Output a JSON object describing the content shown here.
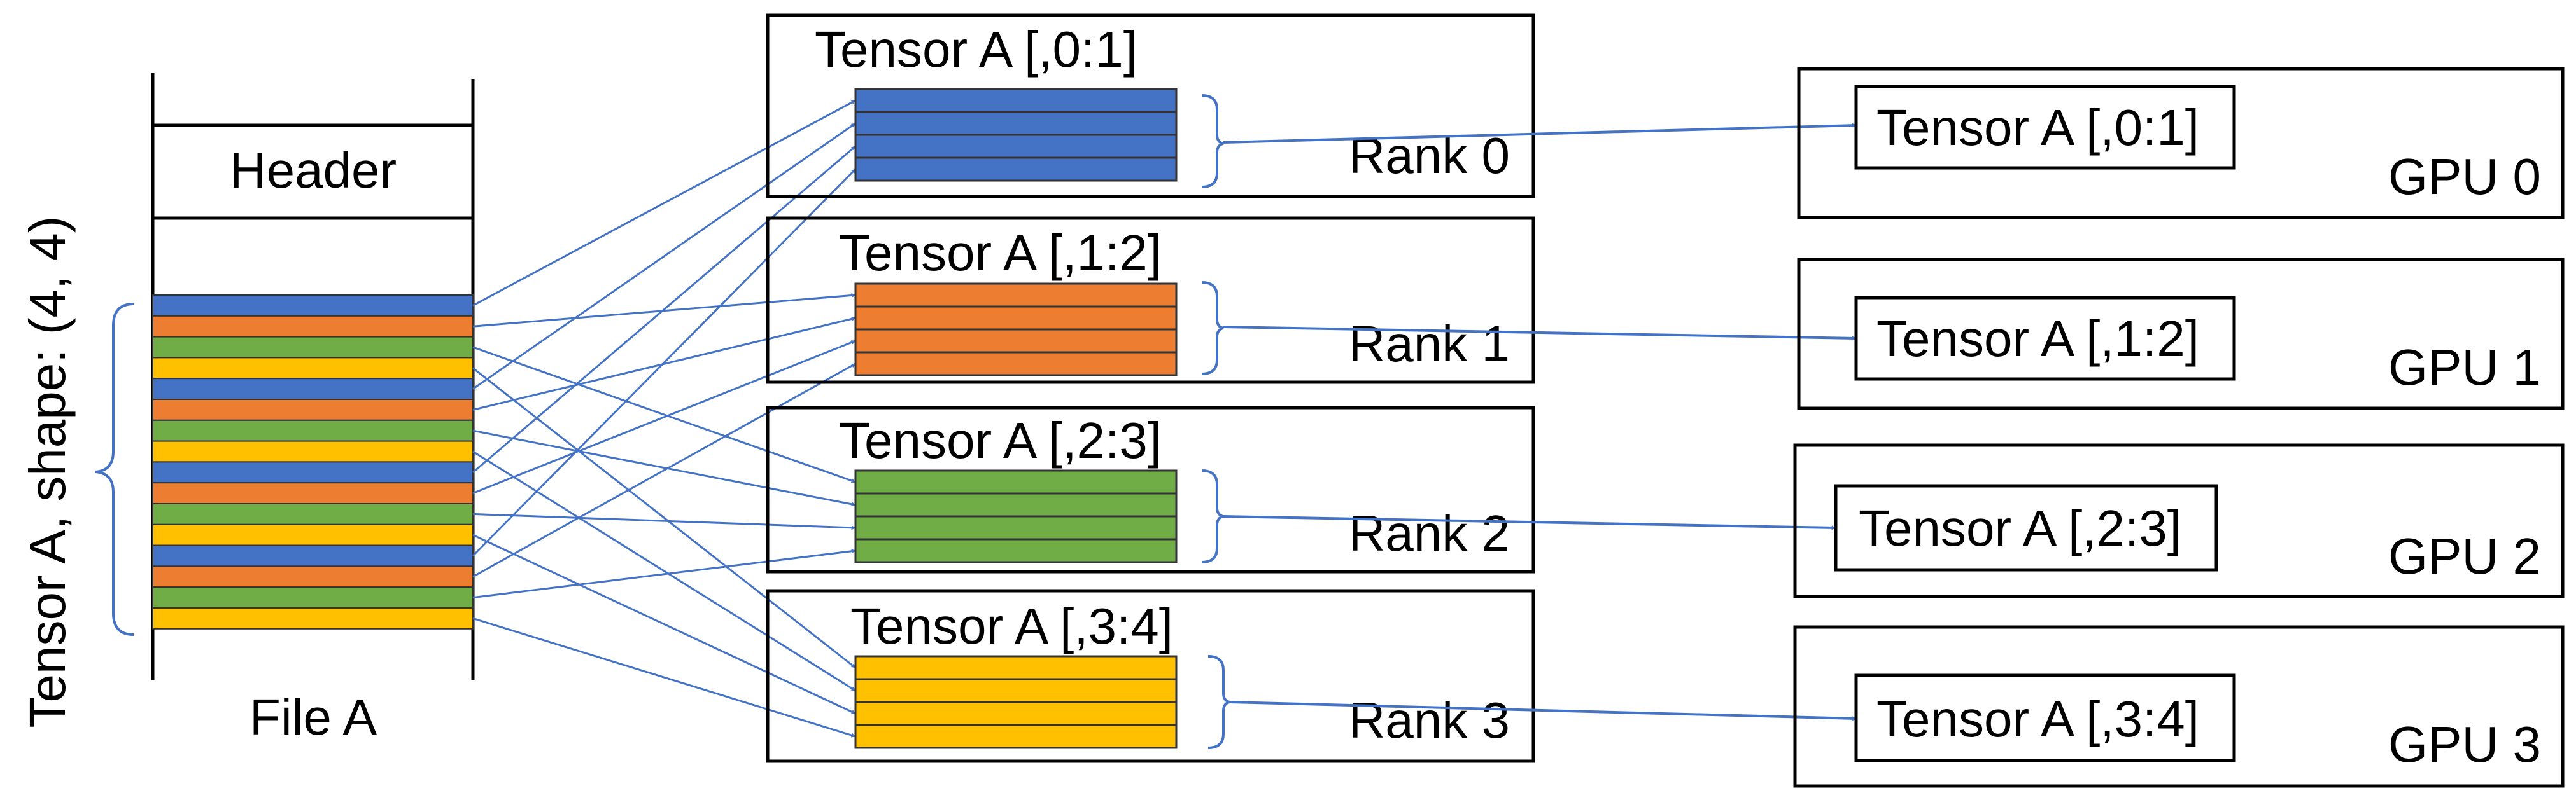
{
  "file": {
    "header_label": "Header",
    "file_label": "File A",
    "tensor_label": "Tensor A, shape: (4, 4)",
    "stripe_colors": [
      "blue",
      "orange",
      "green",
      "yellow",
      "blue",
      "orange",
      "green",
      "yellow",
      "blue",
      "orange",
      "green",
      "yellow",
      "blue",
      "orange",
      "green",
      "yellow"
    ]
  },
  "colors": {
    "blue": "#4472C4",
    "orange": "#ED7D31",
    "green": "#70AD47",
    "yellow": "#FFC000",
    "arrow": "#4472C4",
    "stroke": "#000000"
  },
  "ranks": [
    {
      "title": "Tensor A [,0:1]",
      "label": "Rank 0",
      "color": "blue"
    },
    {
      "title": "Tensor A [,1:2]",
      "label": "Rank 1",
      "color": "orange"
    },
    {
      "title": "Tensor A [,2:3]",
      "label": "Rank 2",
      "color": "green"
    },
    {
      "title": "Tensor A [,3:4]",
      "label": "Rank 3",
      "color": "yellow"
    }
  ],
  "gpus": [
    {
      "tensor_label": "Tensor A [,0:1]",
      "label": "GPU 0"
    },
    {
      "tensor_label": "Tensor A [,1:2]",
      "label": "GPU 1"
    },
    {
      "tensor_label": "Tensor A [,2:3]",
      "label": "GPU 2"
    },
    {
      "tensor_label": "Tensor A [,3:4]",
      "label": "GPU 3"
    }
  ]
}
